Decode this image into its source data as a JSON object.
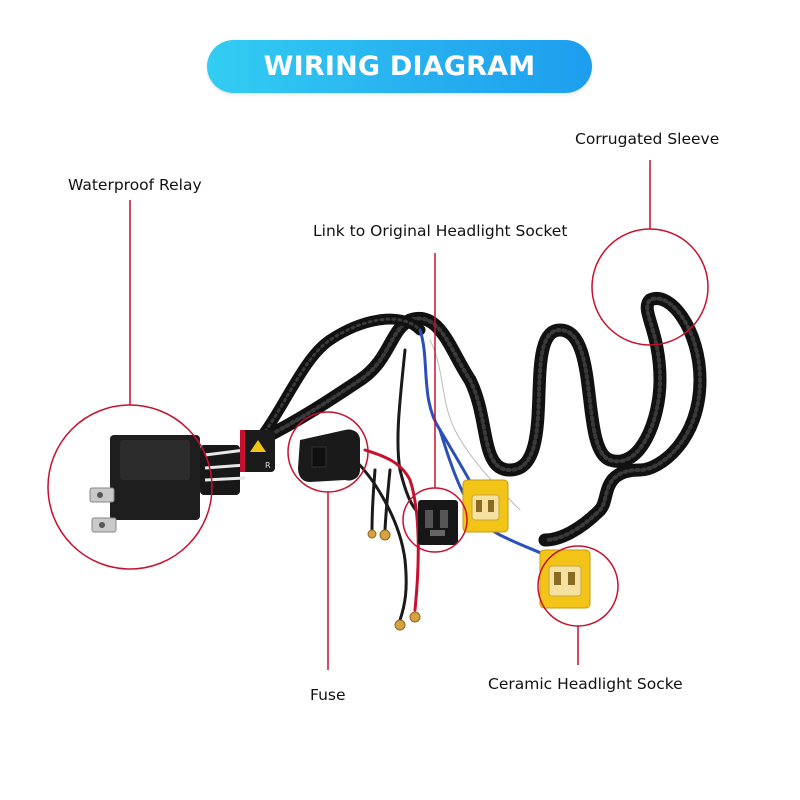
{
  "title": "WIRING DIAGRAM",
  "callouts": {
    "waterproof_relay": "Waterproof Relay",
    "corrugated_sleeve": "Corrugated Sleeve",
    "link_headlight_socket": "Link to Original Headlight Socket",
    "fuse": "Fuse",
    "ceramic_socket": "Ceramic Headlight Socke"
  },
  "relay_sticker_text": "R",
  "colors": {
    "title_start": "#33cdf2",
    "title_end": "#1e9eee",
    "callout_red": "#c8102e",
    "harness": "#151515",
    "ceramic_yellow": "#f2c418",
    "wire_blue": "#2a4fb8",
    "wire_red": "#c8102e"
  }
}
